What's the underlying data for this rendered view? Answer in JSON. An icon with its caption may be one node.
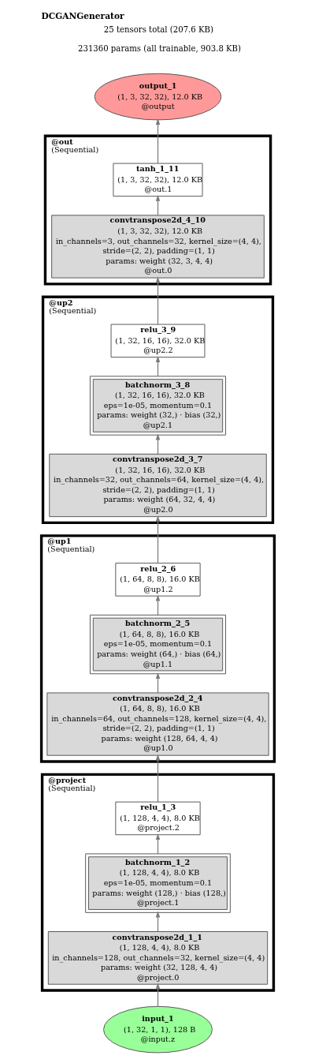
{
  "diagram": {
    "title": "DCGANGenerator",
    "nodes": [
      {
        "text": [
          "output_1",
          "(1, 3, 32, 32), 12.0 KB",
          "@output"
        ]
      },
      {
        "text": [
          "@out",
          "(Sequential)"
        ]
      },
      {
        "text": [
          "tanh_1_11",
          "(1, 3, 32, 32), 12.0 KB",
          "@out.1"
        ],
        "in": 1
      },
      {
        "text": [
          "convtranspose2d_4_10",
          "(1, 3, 32, 32), 12.0 KB",
          "in_channels=3, out_channels=32, kernel_size=(4, 4), stride=(2, 2), padding=(1, 1)",
          "params: weight (32, 3, 4, 4)",
          "@out.0"
        ],
        "in": 1
      },
      {
        "text": [
          "@up2",
          "(Sequential)"
        ]
      },
      {
        "text": [
          "relu_3_9",
          "(1, 32, 16, 16), 32.0 KB",
          "@up2.2"
        ],
        "in": 4
      },
      {
        "text": [
          "batchnorm_3_8",
          "(1, 32, 16, 16), 32.0 KB",
          "eps=1e-05, momentum=0.1",
          "params: weight (32,) · bias (32,)",
          "@up2.1"
        ],
        "in": 4
      },
      {
        "text": [
          "convtranspose2d_3_7",
          "(1, 32, 16, 16), 32.0 KB",
          "in_channels=32, out_channels=64, kernel_size=(4, 4), stride=(2, 2), padding=(1, 1)",
          "params: weight (64, 32, 4, 4)",
          "@up2.0"
        ],
        "in": 4
      },
      {
        "text": [
          "@up1",
          "(Sequential)"
        ]
      },
      {
        "text": [
          "relu_2_6",
          "(1, 64, 8, 8), 16.0 KB",
          "@up1.2"
        ],
        "in": 8
      },
      {
        "text": [
          "batchnorm_2_5",
          "(1, 64, 8, 8), 16.0 KB",
          "eps=1e-05, momentum=0.1",
          "params: weight (64,) · bias (64,)",
          "@up1.1"
        ],
        "in": 8
      },
      {
        "text": [
          "convtranspose2d_2_4",
          "(1, 64, 8, 8), 16.0 KB",
          "in_channels=64, out_channels=128, kernel_size=(4, 4), stride=(2, 2), padding=(1, 1)",
          "params: weight (128, 64, 4, 4)",
          "@up1.0"
        ],
        "in": 8
      },
      {
        "text": [
          "@project",
          "(Sequential)"
        ]
      },
      {
        "text": [
          "relu_1_3",
          "(1, 128, 4, 4), 8.0 KB",
          "@project.2"
        ],
        "in": 12
      },
      {
        "text": [
          "batchnorm_1_2",
          "(1, 128, 4, 4), 8.0 KB",
          "eps=1e-05, momentum=0.1",
          "params: weight (128,) · bias (128,)",
          "@project.1"
        ],
        "in": 12
      },
      {
        "text": [
          "convtranspose2d_1_1",
          "(1, 128, 4, 4), 8.0 KB",
          "in_channels=128, out_channels=32, kernel_size=(4, 4)",
          "params: weight (32, 128, 4, 4)",
          "@project.0"
        ],
        "in": 12
      },
      {
        "text": [
          "input_1",
          "(1, 32, 1, 1), 128 B",
          "@input.z"
        ]
      }
    ],
    "edges": [
      {
        "from": 16,
        "to": 15,
        "arrow": "to"
      },
      {
        "from": 15,
        "to": 14,
        "arrow": "to"
      },
      {
        "from": 14,
        "to": 13,
        "arrow": "to"
      },
      {
        "from": 13,
        "to": 11,
        "arrow": "to"
      },
      {
        "from": 11,
        "to": 10,
        "arrow": "to"
      },
      {
        "from": 10,
        "to": 9,
        "arrow": "to"
      },
      {
        "from": 9,
        "to": 7,
        "arrow": "to"
      },
      {
        "from": 7,
        "to": 6,
        "arrow": "to"
      },
      {
        "from": 6,
        "to": 5,
        "arrow": "to"
      },
      {
        "from": 5,
        "to": 3,
        "arrow": "to"
      },
      {
        "from": 3,
        "to": 2,
        "arrow": "to"
      },
      {
        "from": 2,
        "to": 0,
        "arrow": "to"
      }
    ],
    "labels": [
      "25 tensors total (207.6 KB)",
      "231360 params (all trainable, 903.8 KB)"
    ]
  }
}
